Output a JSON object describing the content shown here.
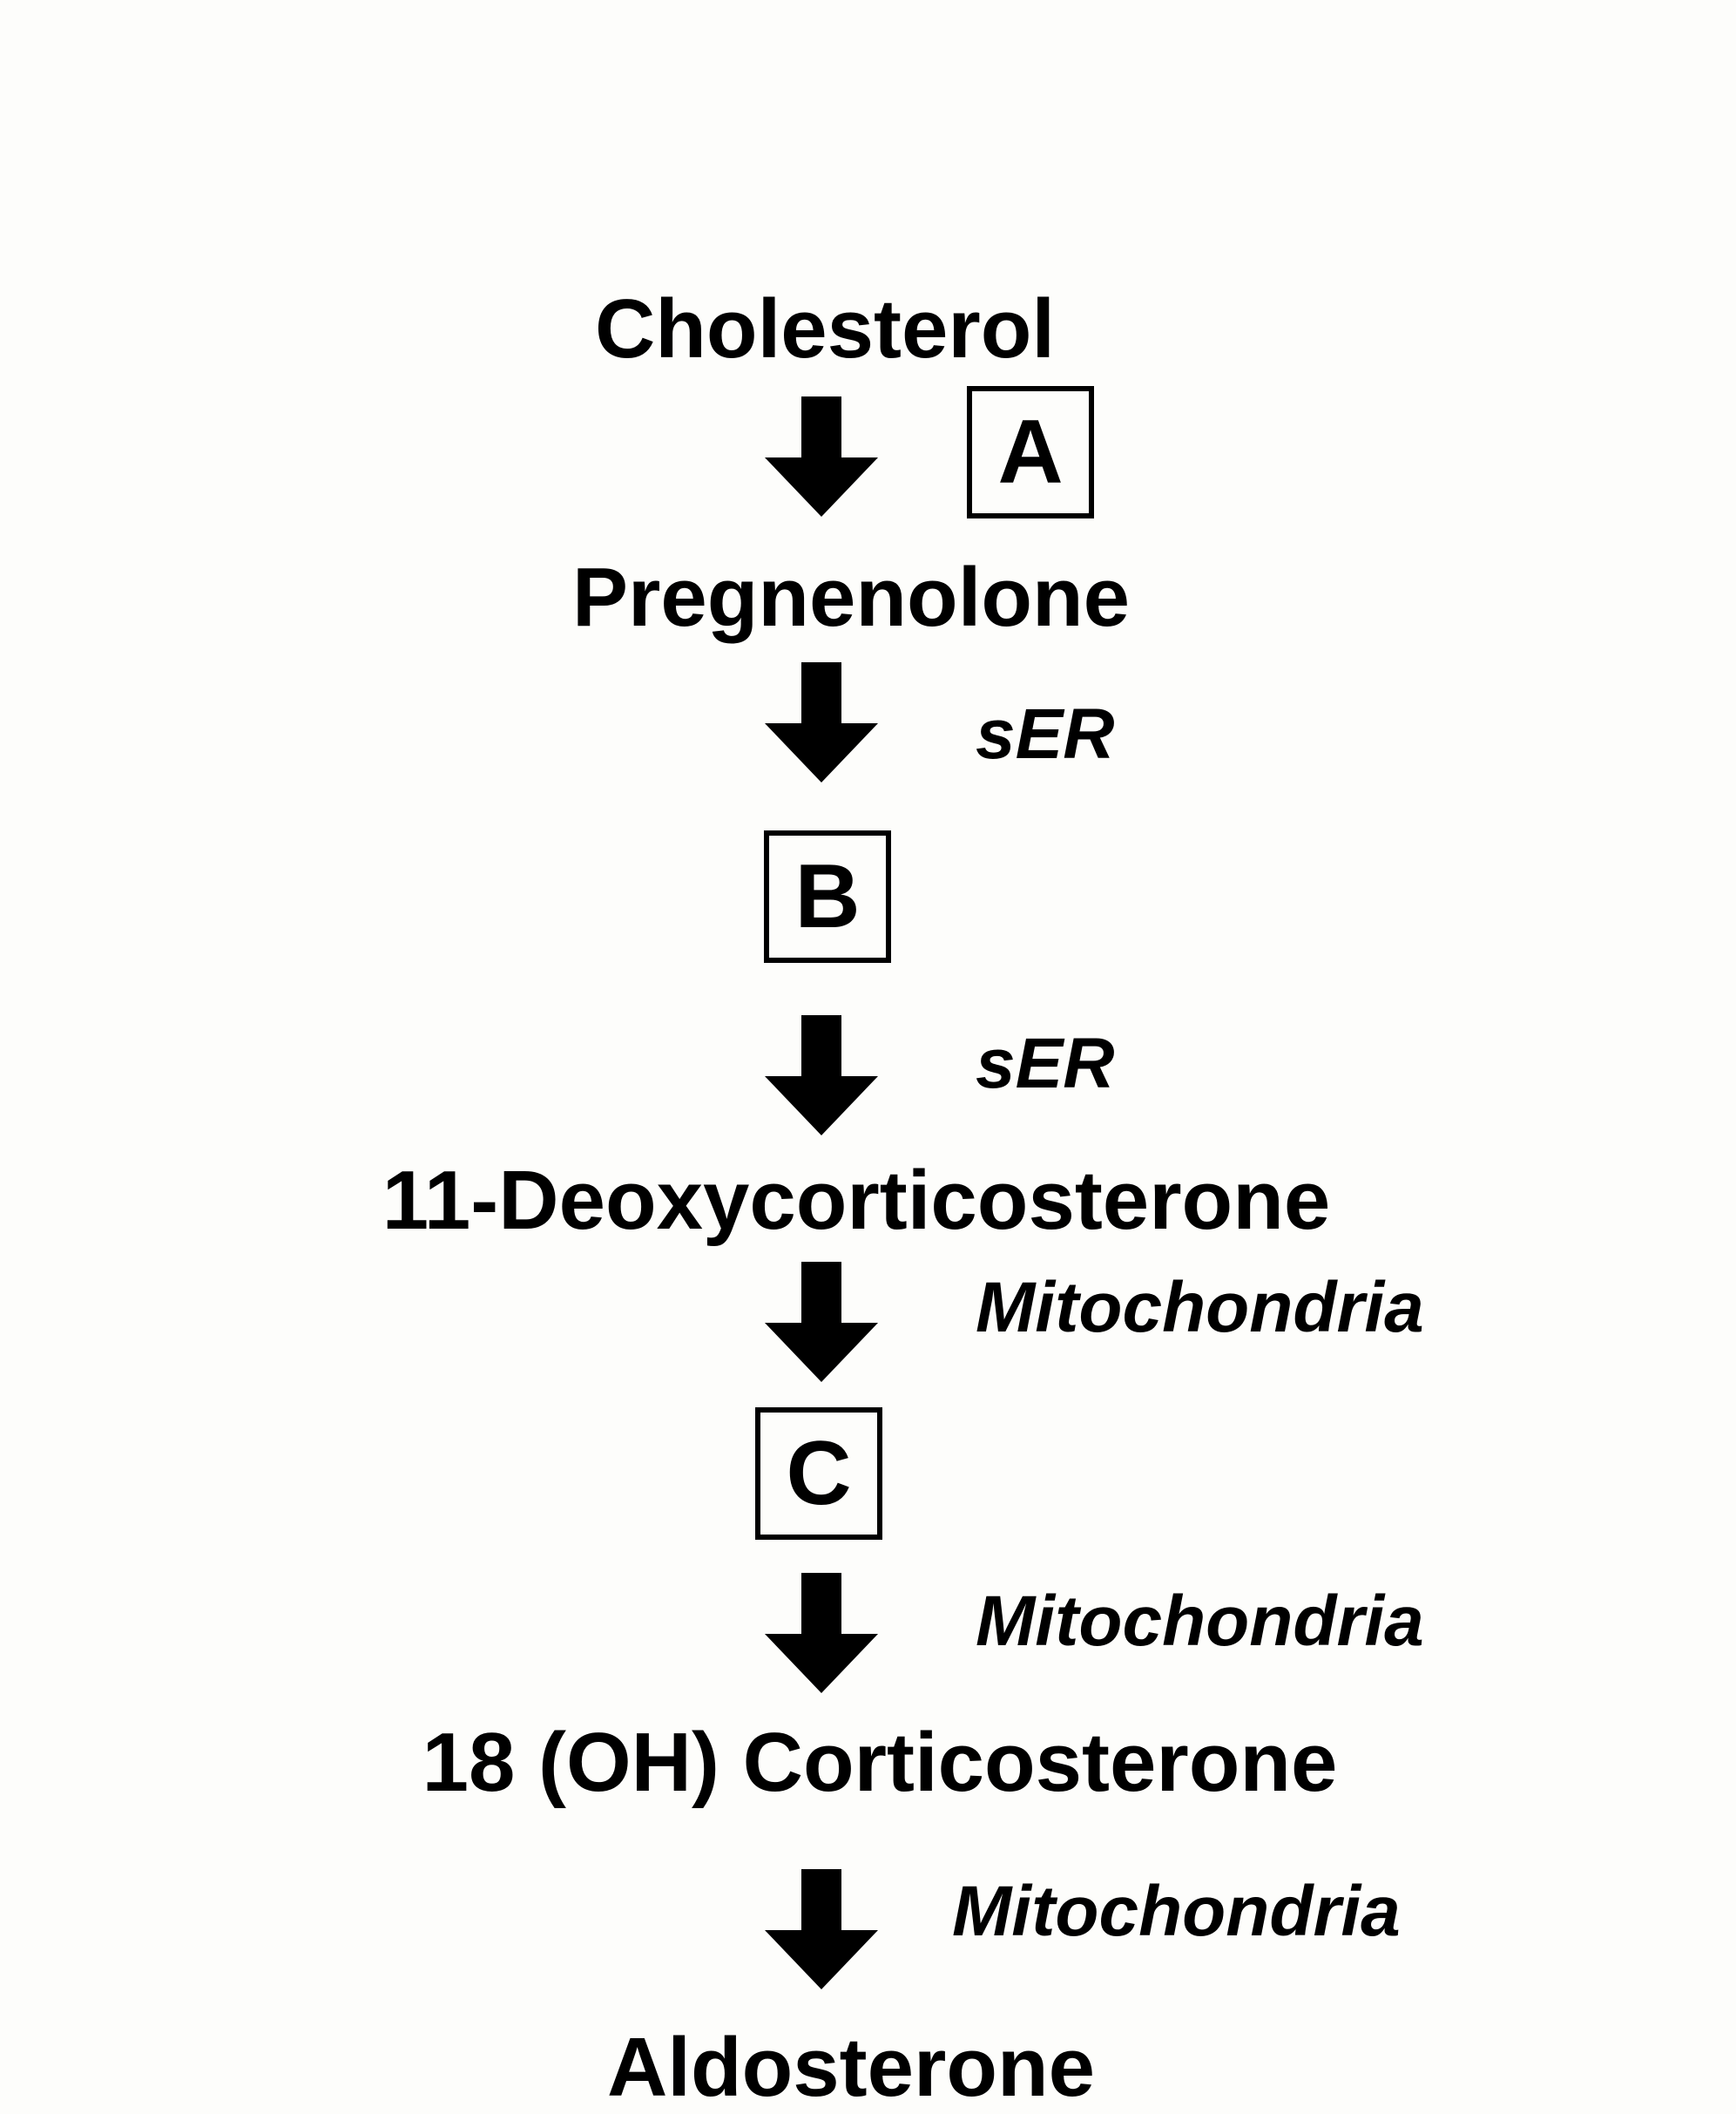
{
  "diagram": {
    "compounds": {
      "cholesterol": "Cholesterol",
      "pregnenolone": "Pregnenolone",
      "deoxycorticosterone": "11-Deoxycorticosterone",
      "hydroxycorticosterone": "18 (OH) Corticosterone",
      "aldosterone": "Aldosterone"
    },
    "unknowns": {
      "a": "A",
      "b": "B",
      "c": "C"
    },
    "locations": {
      "step2": "sER",
      "step3": "sER",
      "step4": "Mitochondria",
      "step5": "Mitochondria",
      "step6": "Mitochondria"
    },
    "arrow_color": "#000000"
  }
}
